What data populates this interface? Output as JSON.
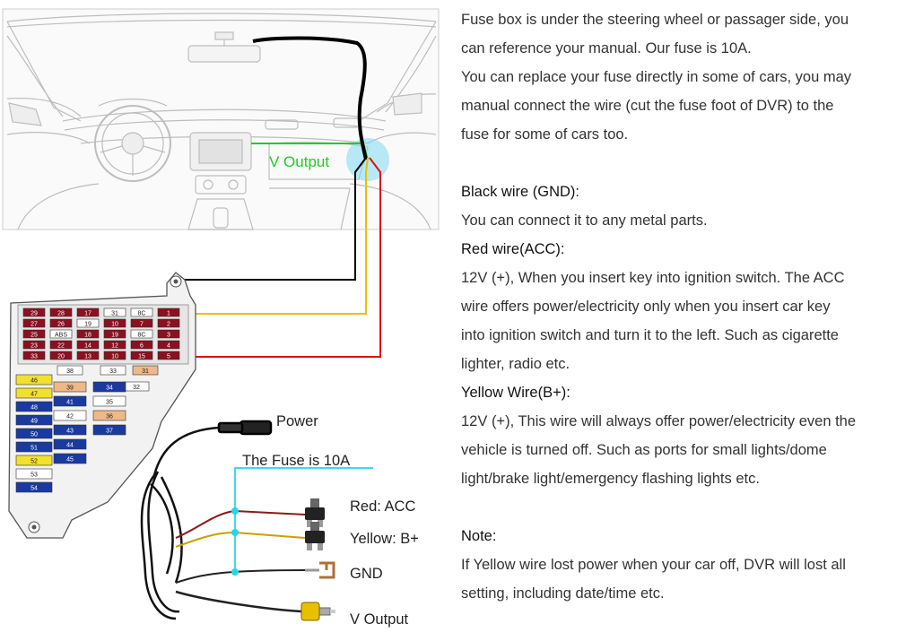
{
  "diagram": {
    "v_output_car_label": "V Output",
    "power_label": "Power",
    "fuse_label": "The Fuse is 10A",
    "red_label": "Red: ACC",
    "yellow_label": "Yellow: B+",
    "gnd_label": "GND",
    "v_output_label": "V Output",
    "fuse_box": {
      "red_cols": [
        [
          "29",
          "27",
          "25",
          "23",
          "33"
        ],
        [
          "28",
          "26",
          "ABS",
          "22",
          "20"
        ],
        [
          "17",
          "19",
          "18",
          "14",
          "13"
        ],
        [
          "31",
          "10",
          "19",
          "12",
          "10"
        ],
        [
          "8C",
          "7",
          "8C",
          "6",
          "15"
        ],
        [
          "1",
          "2",
          "3",
          "4",
          "5"
        ]
      ],
      "left_col": [
        "46",
        "47",
        "48",
        "49",
        "50",
        "51",
        "52",
        "53",
        "54"
      ],
      "mid_col1": [
        "39",
        "41",
        "42",
        "43",
        "44",
        "45"
      ],
      "mid_col2": [
        "34",
        "35",
        "36",
        "37"
      ],
      "top_small": [
        "38",
        "33",
        "31",
        "32"
      ]
    }
  },
  "text": {
    "p1_line1": "Fuse box is under the steering wheel or passager side, you",
    "p1_line2": "can reference your manual. Our fuse is 10A.",
    "p2_line1": "You can replace your fuse directly in some of cars, you may",
    "p2_line2": "manual connect the wire (cut the fuse foot of DVR) to the",
    "p2_line3": "fuse for some of cars too.",
    "black_heading": "Black wire (GND):",
    "black_body": "You can connect it to any metal parts.",
    "red_heading": "Red wire(ACC):",
    "red_line1": "12V (+), When you insert key into ignition switch. The ACC",
    "red_line2": "wire offers power/electricity only when you insert car key",
    "red_line3": "into ignition switch and turn it to the left. Such as cigarette",
    "red_line4": "lighter, radio etc.",
    "yellow_heading": "Yellow Wire(B+):",
    "yellow_line1": "12V (+), This wire will always offer power/electricity even the",
    "yellow_line2": "vehicle is turned off. Such as ports for small lights/dome",
    "yellow_line3": "light/brake light/emergency flashing lights etc.",
    "note_heading": "Note:",
    "note_line1": "If Yellow wire lost power when your car off, DVR will lost all",
    "note_line2": "setting, including date/time etc."
  }
}
